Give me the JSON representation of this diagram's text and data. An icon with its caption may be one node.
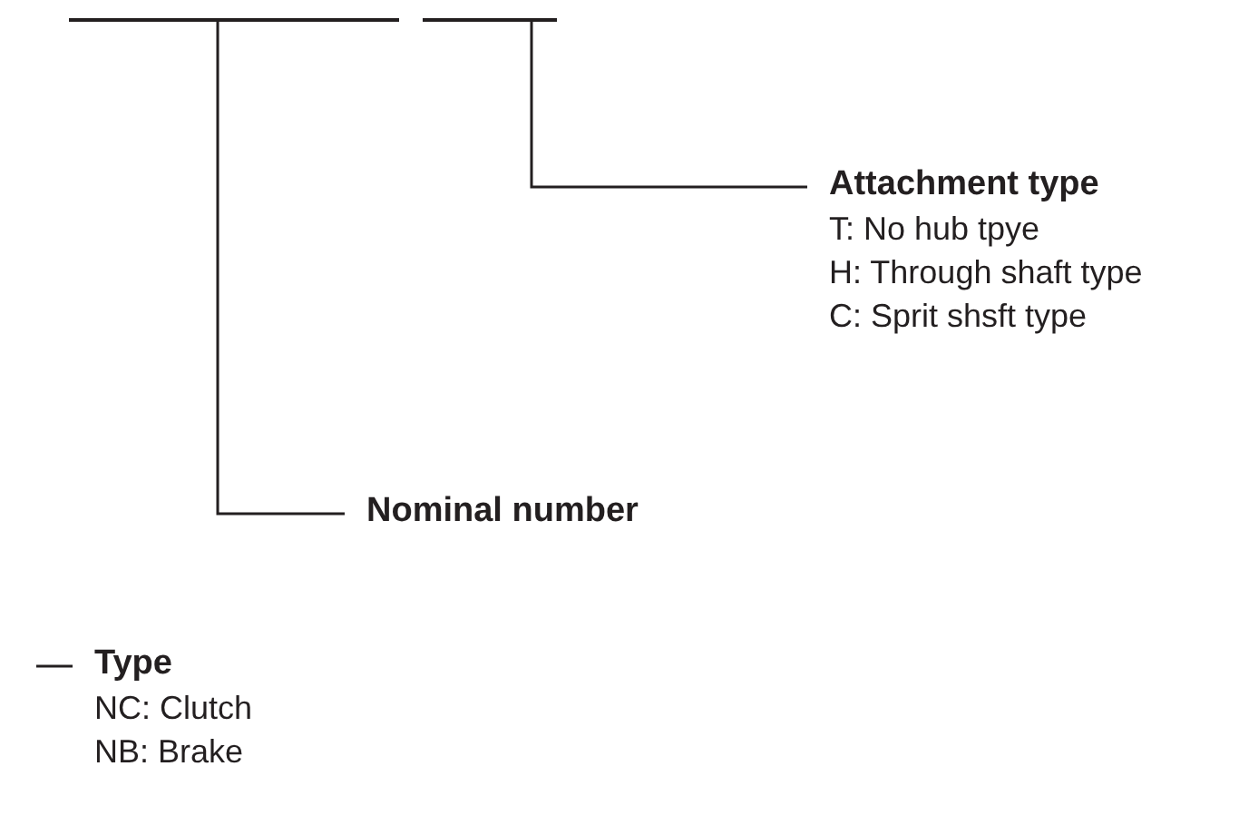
{
  "diagram": {
    "nodes": [
      {
        "text": [],
        "shape": "bar"
      },
      {
        "text": [],
        "shape": "bar"
      },
      {
        "text": [
          "Attachment type",
          "T: No hub tpye",
          "H: Through shaft type",
          "C: Sprit shsft type"
        ]
      },
      {
        "text": [
          "Nominal number"
        ]
      },
      {
        "text": [
          "Type",
          "NC: Clutch",
          "NB: Brake"
        ]
      }
    ],
    "edges": [
      {
        "from": 2,
        "to": 1,
        "arrow": "none"
      },
      {
        "from": 3,
        "to": 0,
        "arrow": "none"
      },
      {
        "from": 4,
        "to": null,
        "arrow": "none"
      }
    ]
  }
}
